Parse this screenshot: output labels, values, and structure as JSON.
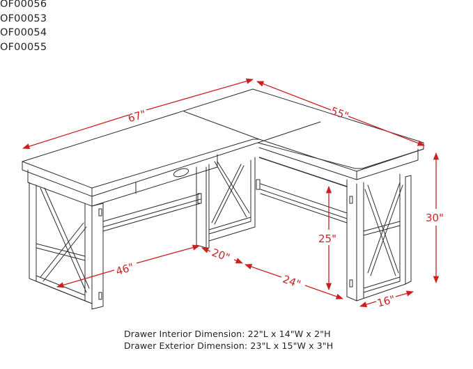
{
  "product_codes": [
    "OF00056",
    "OF00053",
    "OF00054",
    "OF00055"
  ],
  "diagram": {
    "subject": "L-shaped desk with X-brace legs and center drawer",
    "dimensions": {
      "length_left": "67\"",
      "length_right": "55\"",
      "height_total": "30\"",
      "knee_clearance_height": "25\"",
      "leg_depth": "16\"",
      "inner_width_left": "46\"",
      "inner_depth_corner": "20\"",
      "inner_width_right": "24\""
    }
  },
  "notes": {
    "drawer_interior": "Drawer Interior Dimension: 22\"L x 14\"W x 2\"H",
    "drawer_exterior": "Drawer Exterior Dimension: 23\"L x 15\"W x 3\"H"
  },
  "colors": {
    "dimension_lines": "#cc1f1f",
    "drawing_lines": "#2b2b2b",
    "background": "#ffffff"
  }
}
